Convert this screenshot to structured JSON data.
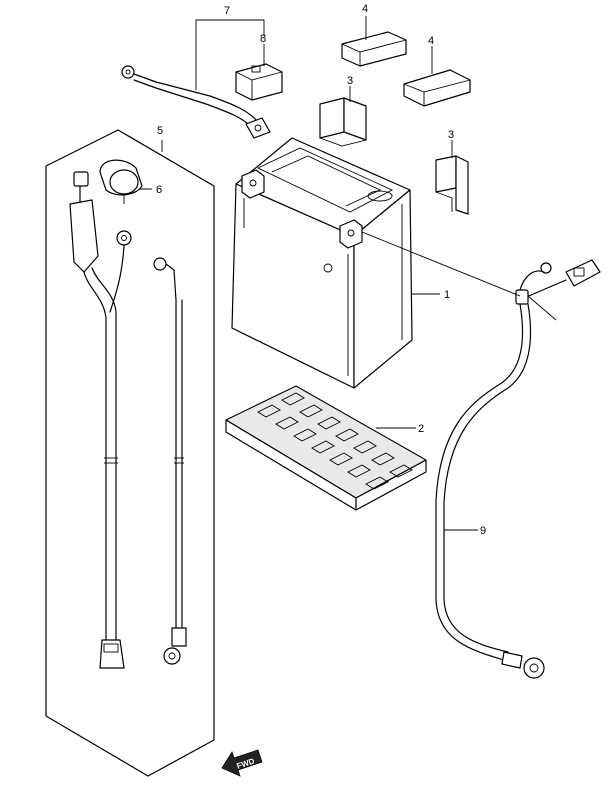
{
  "callouts": {
    "c1": "1",
    "c2": "2",
    "c3a": "3",
    "c3b": "3",
    "c4a": "4",
    "c4b": "4",
    "c5": "5",
    "c6": "6",
    "c7": "7",
    "c8": "8",
    "c9": "9"
  },
  "direction_marker": "FWD",
  "icons": [
    "fwd-arrow-icon"
  ]
}
